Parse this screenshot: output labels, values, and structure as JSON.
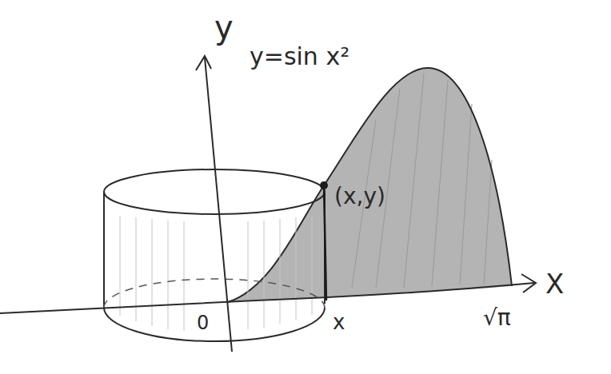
{
  "diagram": {
    "labels": [
      "y",
      "y=sin x²",
      "(x,y)",
      "0",
      "x",
      "X",
      "√π"
    ]
  }
}
